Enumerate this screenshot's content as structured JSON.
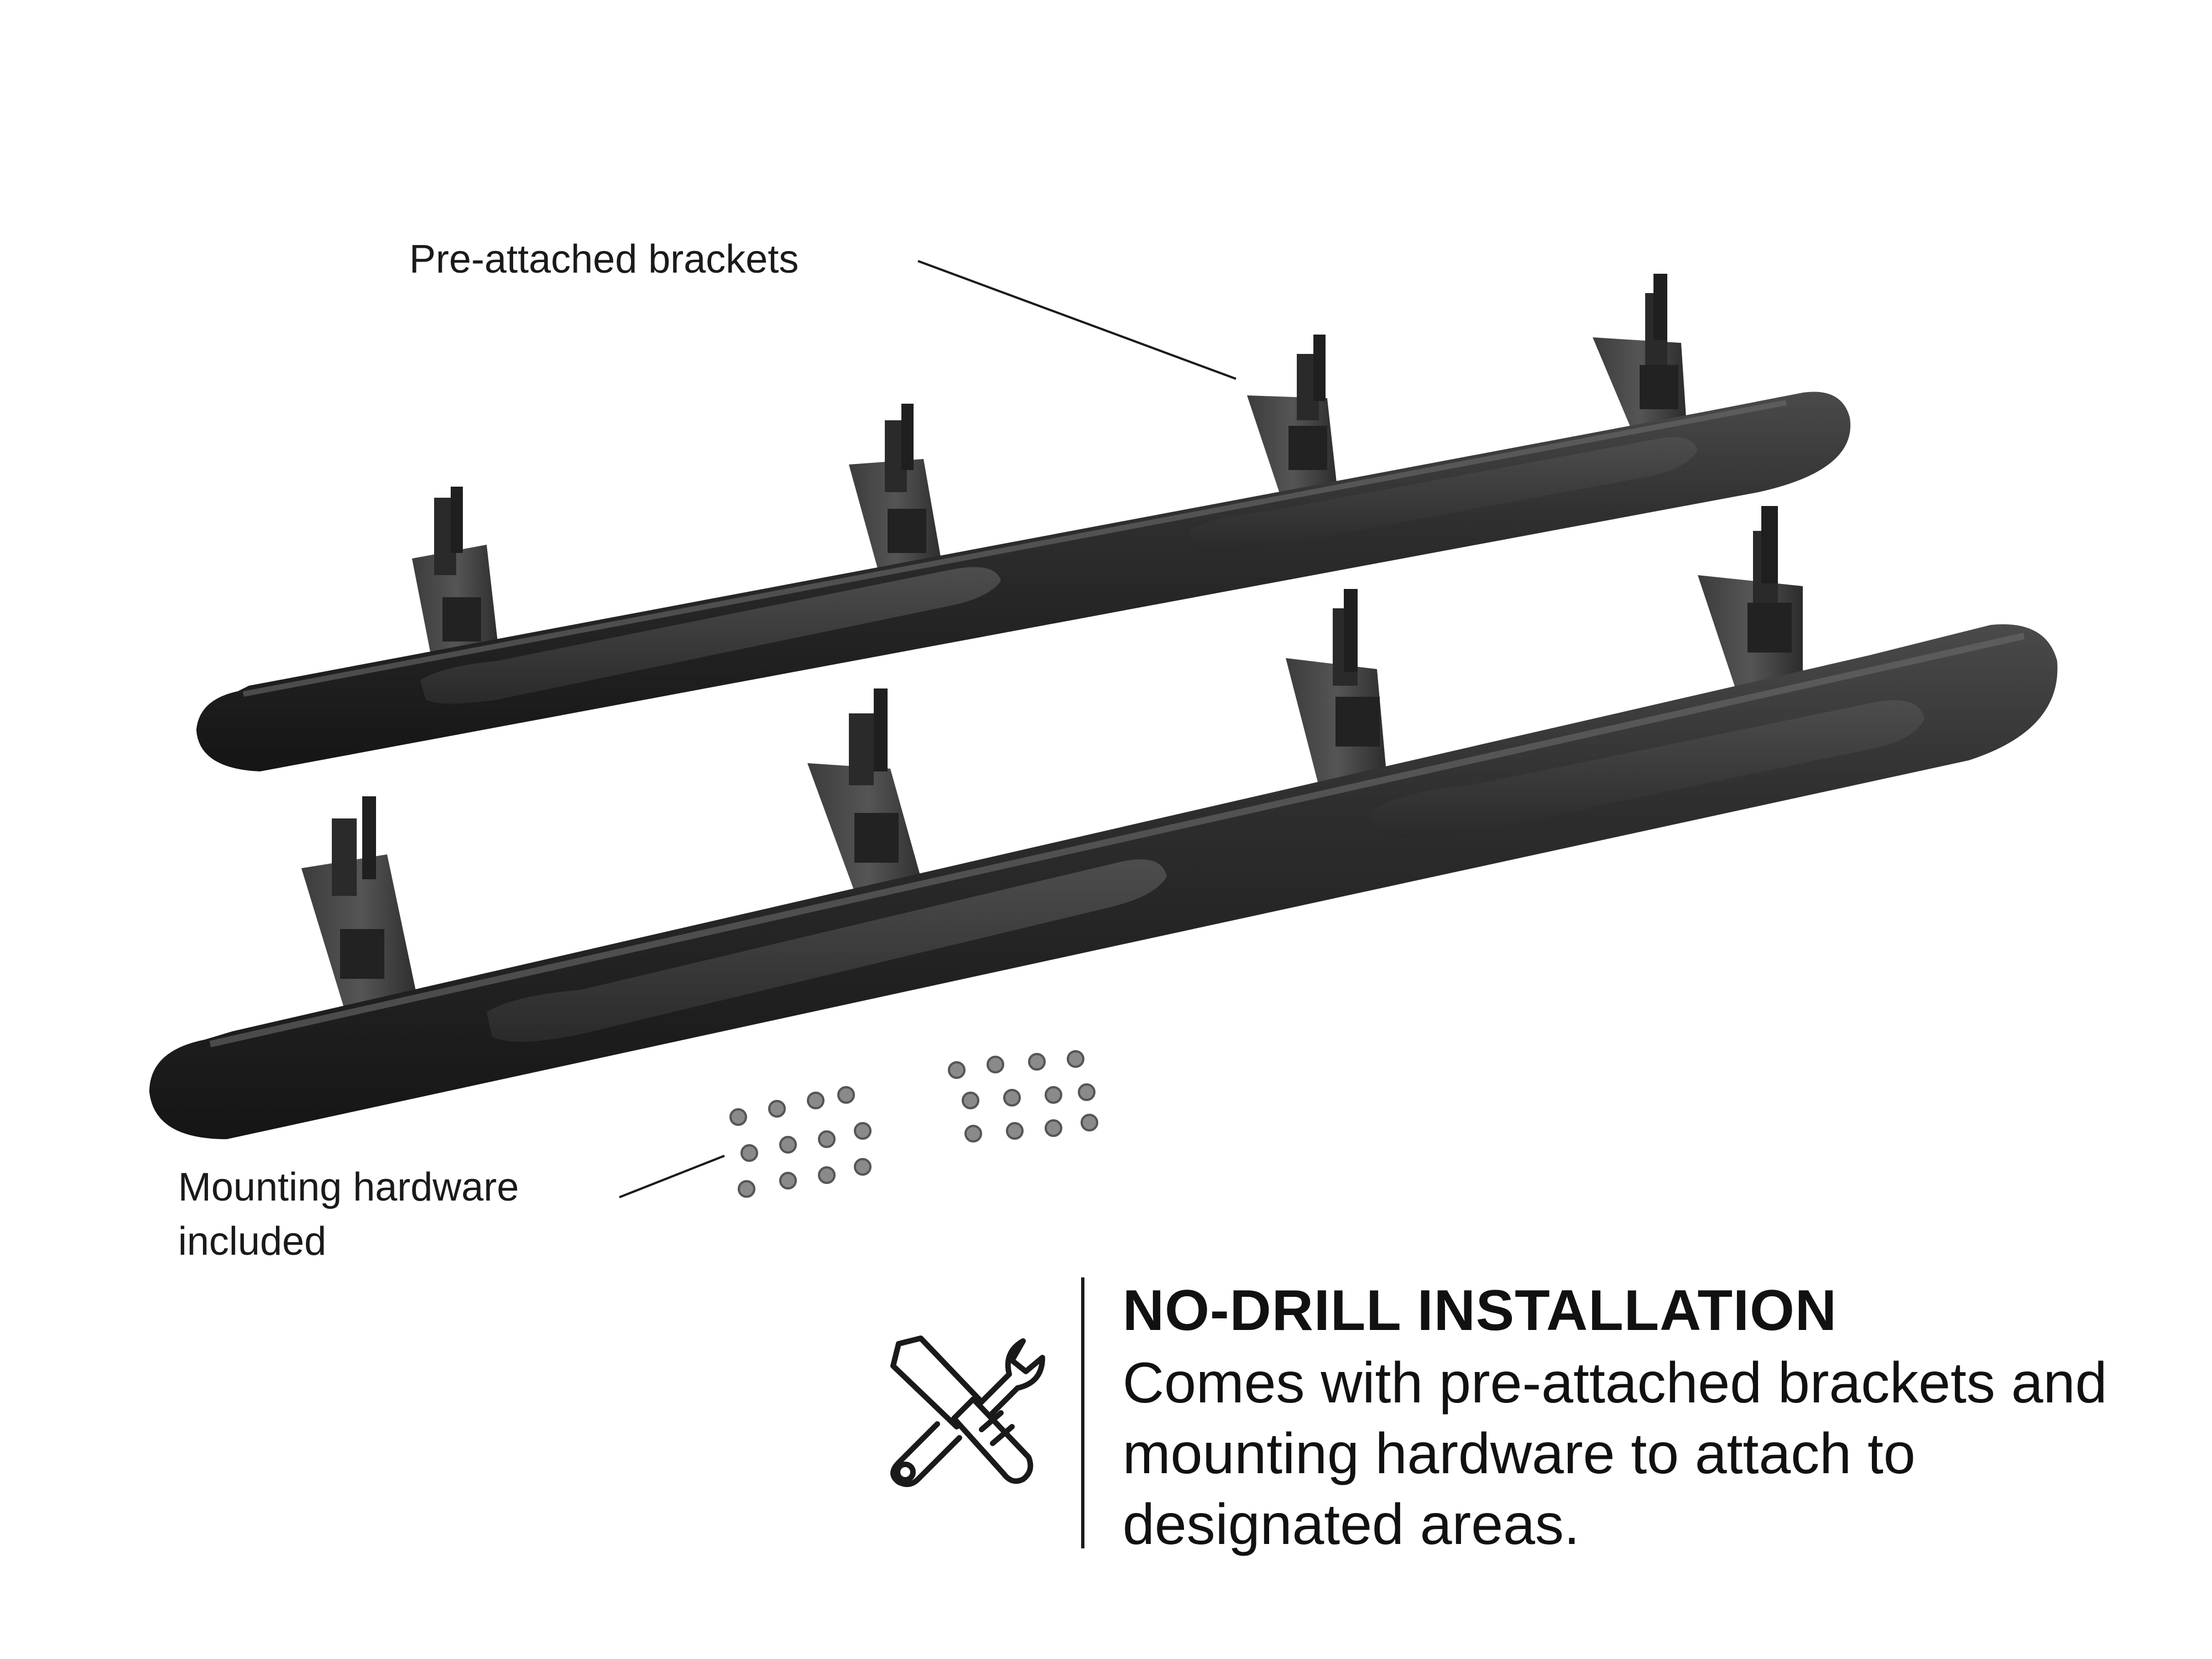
{
  "callouts": {
    "brackets": "Pre-attached brackets",
    "hardware": "Mounting hardware included"
  },
  "feature": {
    "heading": "NO-DRILL INSTALLATION",
    "body": "Comes with pre-attached brackets and mounting hardware to attach to designated areas.",
    "icon": "wrench-screwdriver-icon"
  },
  "colors": {
    "background": "#ffffff",
    "text": "#111111",
    "product": "#2a2a2a"
  }
}
